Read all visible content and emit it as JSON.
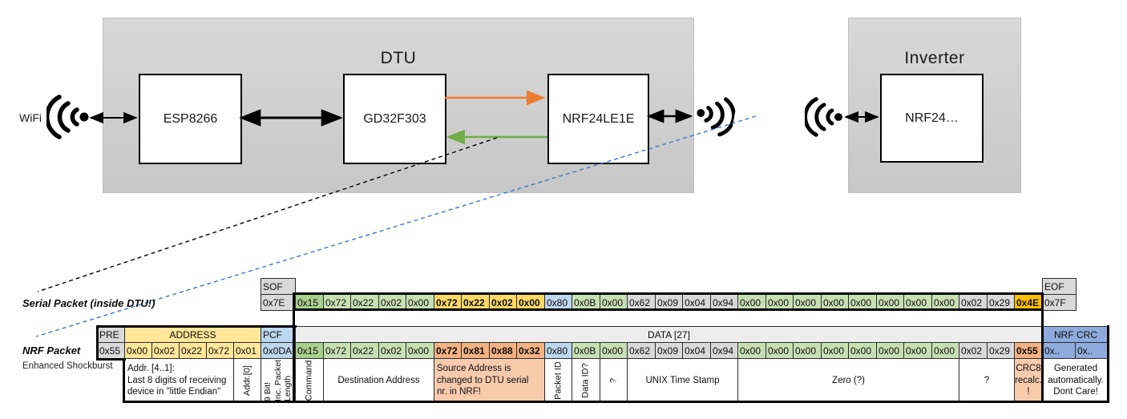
{
  "diagram": {
    "dtu": {
      "title": "DTU",
      "components": {
        "esp": "ESP8266",
        "gd32": "GD32F303",
        "nrf": "NRF24LE1E"
      }
    },
    "inverter": {
      "title": "Inverter",
      "component": "NRF24…"
    },
    "wifi_label": "WiFi",
    "colors": {
      "orange_arrow": "#ED7D31",
      "green_arrow": "#70AD47",
      "blue_dashed": "#4472C4",
      "black": "#000000"
    }
  },
  "serial_packet": {
    "label": "Serial Packet (inside DTU!)",
    "sof": {
      "header": "SOF",
      "byte": "0x7E"
    },
    "eof": {
      "header": "EOF",
      "byte": "0x7F"
    },
    "data_bytes": [
      {
        "t": "0x15",
        "c": "g1"
      },
      {
        "t": "0x72",
        "c": "g2"
      },
      {
        "t": "0x22",
        "c": "g2"
      },
      {
        "t": "0x02",
        "c": "g2"
      },
      {
        "t": "0x00",
        "c": "g2"
      },
      {
        "t": "0x72",
        "c": "gold",
        "b": true
      },
      {
        "t": "0x22",
        "c": "gold",
        "b": true
      },
      {
        "t": "0x02",
        "c": "gold",
        "b": true
      },
      {
        "t": "0x00",
        "c": "gold",
        "b": true
      },
      {
        "t": "0x80",
        "c": "blue"
      },
      {
        "t": "0x0B",
        "c": "g2"
      },
      {
        "t": "0x00",
        "c": "g2"
      },
      {
        "t": "0x62",
        "c": "gray"
      },
      {
        "t": "0x09",
        "c": "gray"
      },
      {
        "t": "0x04",
        "c": "gray"
      },
      {
        "t": "0x94",
        "c": "gray"
      },
      {
        "t": "0x00",
        "c": "g2"
      },
      {
        "t": "0x00",
        "c": "g2"
      },
      {
        "t": "0x00",
        "c": "g2"
      },
      {
        "t": "0x00",
        "c": "g2"
      },
      {
        "t": "0x00",
        "c": "g2"
      },
      {
        "t": "0x00",
        "c": "g2"
      },
      {
        "t": "0x00",
        "c": "g2"
      },
      {
        "t": "0x00",
        "c": "g2"
      },
      {
        "t": "0x02",
        "c": "gray"
      },
      {
        "t": "0x29",
        "c": "gray"
      },
      {
        "t": "0x4E",
        "c": "amber",
        "b": true
      }
    ]
  },
  "nrf_packet": {
    "label": "NRF Packet",
    "sublabel": "Enhanced Shockburst",
    "pre": {
      "header": "PRE",
      "byte": "0x55"
    },
    "address": {
      "header": "ADDRESS",
      "bytes": [
        "0x00",
        "0x02",
        "0x22",
        "0x72",
        "0x01"
      ]
    },
    "pcf": {
      "header": "PCF",
      "byte": "0x0DA"
    },
    "data_header": "DATA [27]",
    "data_bytes": [
      {
        "t": "0x15",
        "c": "g1"
      },
      {
        "t": "0x72",
        "c": "g2"
      },
      {
        "t": "0x22",
        "c": "g2"
      },
      {
        "t": "0x02",
        "c": "g2"
      },
      {
        "t": "0x00",
        "c": "g2"
      },
      {
        "t": "0x72",
        "c": "orange",
        "b": true
      },
      {
        "t": "0x81",
        "c": "orange",
        "b": true
      },
      {
        "t": "0x88",
        "c": "orange",
        "b": true
      },
      {
        "t": "0x32",
        "c": "orange",
        "b": true
      },
      {
        "t": "0x80",
        "c": "blue"
      },
      {
        "t": "0x0B",
        "c": "g2"
      },
      {
        "t": "0x00",
        "c": "g2"
      },
      {
        "t": "0x62",
        "c": "gray"
      },
      {
        "t": "0x09",
        "c": "gray"
      },
      {
        "t": "0x04",
        "c": "gray"
      },
      {
        "t": "0x94",
        "c": "gray"
      },
      {
        "t": "0x00",
        "c": "g2"
      },
      {
        "t": "0x00",
        "c": "g2"
      },
      {
        "t": "0x00",
        "c": "g2"
      },
      {
        "t": "0x00",
        "c": "g2"
      },
      {
        "t": "0x00",
        "c": "g2"
      },
      {
        "t": "0x00",
        "c": "g2"
      },
      {
        "t": "0x00",
        "c": "g2"
      },
      {
        "t": "0x00",
        "c": "g2"
      },
      {
        "t": "0x02",
        "c": "gray"
      },
      {
        "t": "0x29",
        "c": "gray"
      },
      {
        "t": "0x55",
        "c": "orange",
        "b": true
      }
    ],
    "crc": {
      "header": "NRF CRC",
      "bytes": [
        "0x..",
        "0x.."
      ]
    }
  },
  "annotations": [
    {
      "id": "addr41",
      "text": "Addr. [4..1]:\nLast 8 digits of receiving\ndevice in \"little Endian\"",
      "vertical": false,
      "bg": "white",
      "align": "left"
    },
    {
      "id": "addr0",
      "text": "Addr.[0]",
      "vertical": true,
      "bg": "white"
    },
    {
      "id": "pcf_len",
      "text": "9 Bit!\nInc. Packet\nLength",
      "vertical": true,
      "bg": "white"
    },
    {
      "id": "command",
      "text": "Command",
      "vertical": true,
      "bg": "white"
    },
    {
      "id": "dest",
      "text": "Destination Address",
      "vertical": false,
      "bg": "white",
      "align": "center"
    },
    {
      "id": "source",
      "text": "Source Address is\nchanged to DTU serial\nnr. in NRF!",
      "vertical": false,
      "bg": "orange",
      "align": "left"
    },
    {
      "id": "packet_id",
      "text": "Packet ID",
      "vertical": true,
      "bg": "white"
    },
    {
      "id": "data_id",
      "text": "Data ID?",
      "vertical": true,
      "bg": "white"
    },
    {
      "id": "q1",
      "text": "?",
      "vertical": true,
      "bg": "white"
    },
    {
      "id": "unix",
      "text": "UNIX Time Stamp",
      "vertical": false,
      "bg": "white",
      "align": "center"
    },
    {
      "id": "zero",
      "text": "Zero (?)",
      "vertical": false,
      "bg": "white",
      "align": "center"
    },
    {
      "id": "q2",
      "text": "?",
      "vertical": false,
      "bg": "white",
      "align": "center"
    },
    {
      "id": "crc8",
      "text": "CRC8\nrecalc.\n!",
      "vertical": false,
      "bg": "orange",
      "align": "center"
    },
    {
      "id": "generated",
      "text": "Generated\nautomatically.\nDont Care!",
      "vertical": false,
      "bg": "white",
      "align": "center"
    }
  ]
}
